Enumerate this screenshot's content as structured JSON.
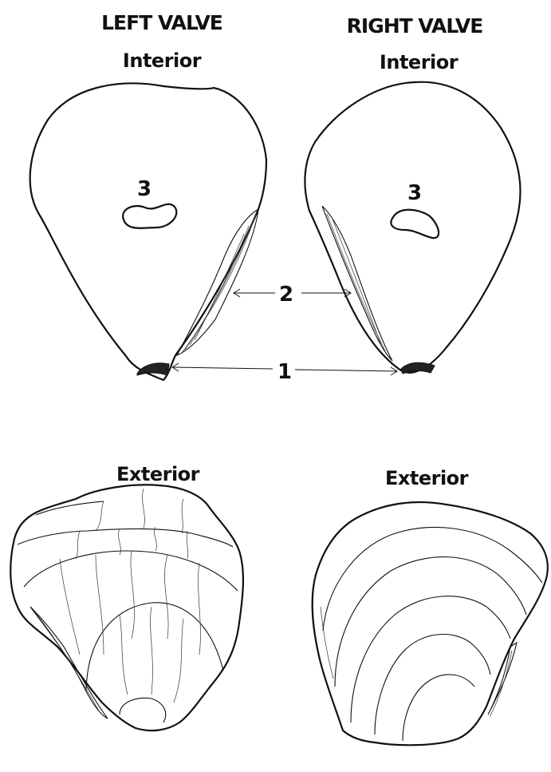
{
  "headings": {
    "left_valve": "LEFT VALVE",
    "right_valve": "RIGHT VALVE",
    "left_interior": "Interior",
    "right_interior": "Interior",
    "left_exterior": "Exterior",
    "right_exterior": "Exterior"
  },
  "callouts": {
    "hinge": "1",
    "ligament_scar": "2",
    "muscle_scar_left": "3",
    "muscle_scar_right": "3"
  }
}
